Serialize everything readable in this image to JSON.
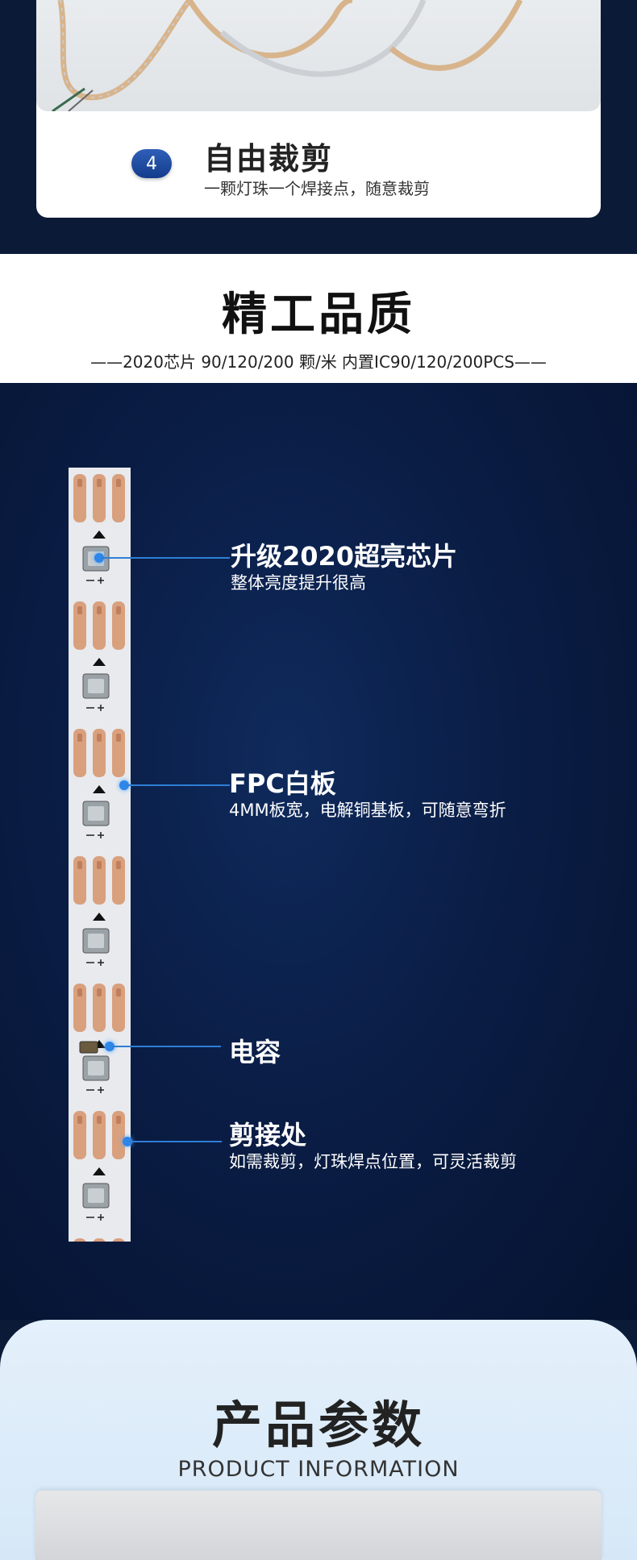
{
  "feature": {
    "number": "4",
    "title": "自由裁剪",
    "desc": "一颗灯珠一个焊接点，随意裁剪"
  },
  "quality": {
    "title": "精工品质",
    "subtitle": "——2020芯片 90/120/200 颗/米 内置IC90/120/200PCS——"
  },
  "callouts": [
    {
      "title": "升级2020超亮芯片",
      "desc": "整体亮度提升很高"
    },
    {
      "title": "FPC白板",
      "desc": "4MM板宽，电解铜基板，可随意弯折"
    },
    {
      "title": "电容",
      "desc": ""
    },
    {
      "title": "剪接处",
      "desc": "如需裁剪，灯珠焊点位置，可灵活裁剪"
    }
  ],
  "info": {
    "title": "产品参数",
    "subtitle": "PRODUCT INFORMATION"
  },
  "colors": {
    "navy": "#0a1a37",
    "accent_blue": "#2e86e8",
    "badge_blue": "#1f4ea3",
    "copper": "#d9a07e",
    "panel_light_blue": "#e4f0fb"
  },
  "icons": {
    "strip_cut_marks": "scissors-cut-mark",
    "strip_arrow": "triangle-arrow"
  }
}
